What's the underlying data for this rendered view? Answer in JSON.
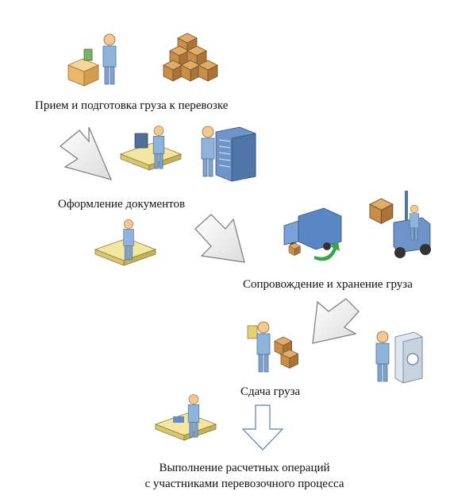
{
  "steps": [
    {
      "label": "Прием и подготовка груза к перевозке"
    },
    {
      "label": "Оформление документов"
    },
    {
      "label": "Сопровождение и хранение груза"
    },
    {
      "label": "Сдача груза"
    },
    {
      "label_line1": "Выполнение расчетных операций",
      "label_line2": "с участниками перевозочного процесса"
    }
  ],
  "icons": [
    "person-with-parcel-icon",
    "stacked-boxes-icon",
    "office-worker-at-desk-icon",
    "person-at-server-cabinet-icon",
    "clerk-at-desk-icon",
    "delivery-truck-icon",
    "forklift-icon",
    "person-with-clipboard-and-boxes-icon",
    "person-at-safe-icon",
    "accountant-at-desk-icon"
  ],
  "colors": {
    "skin": "#f4c890",
    "shirt": "#8fb4dc",
    "box": "#c98f4a",
    "desk": "#f2e6a0",
    "server": "#6f95c8",
    "truck": "#5a86c6",
    "green_arrow": "#3aa44a",
    "arrow_stroke": "#7a7a7a",
    "arrow_fill_last": "#ffffff",
    "arrow_stroke_last": "#5a7ab8"
  }
}
